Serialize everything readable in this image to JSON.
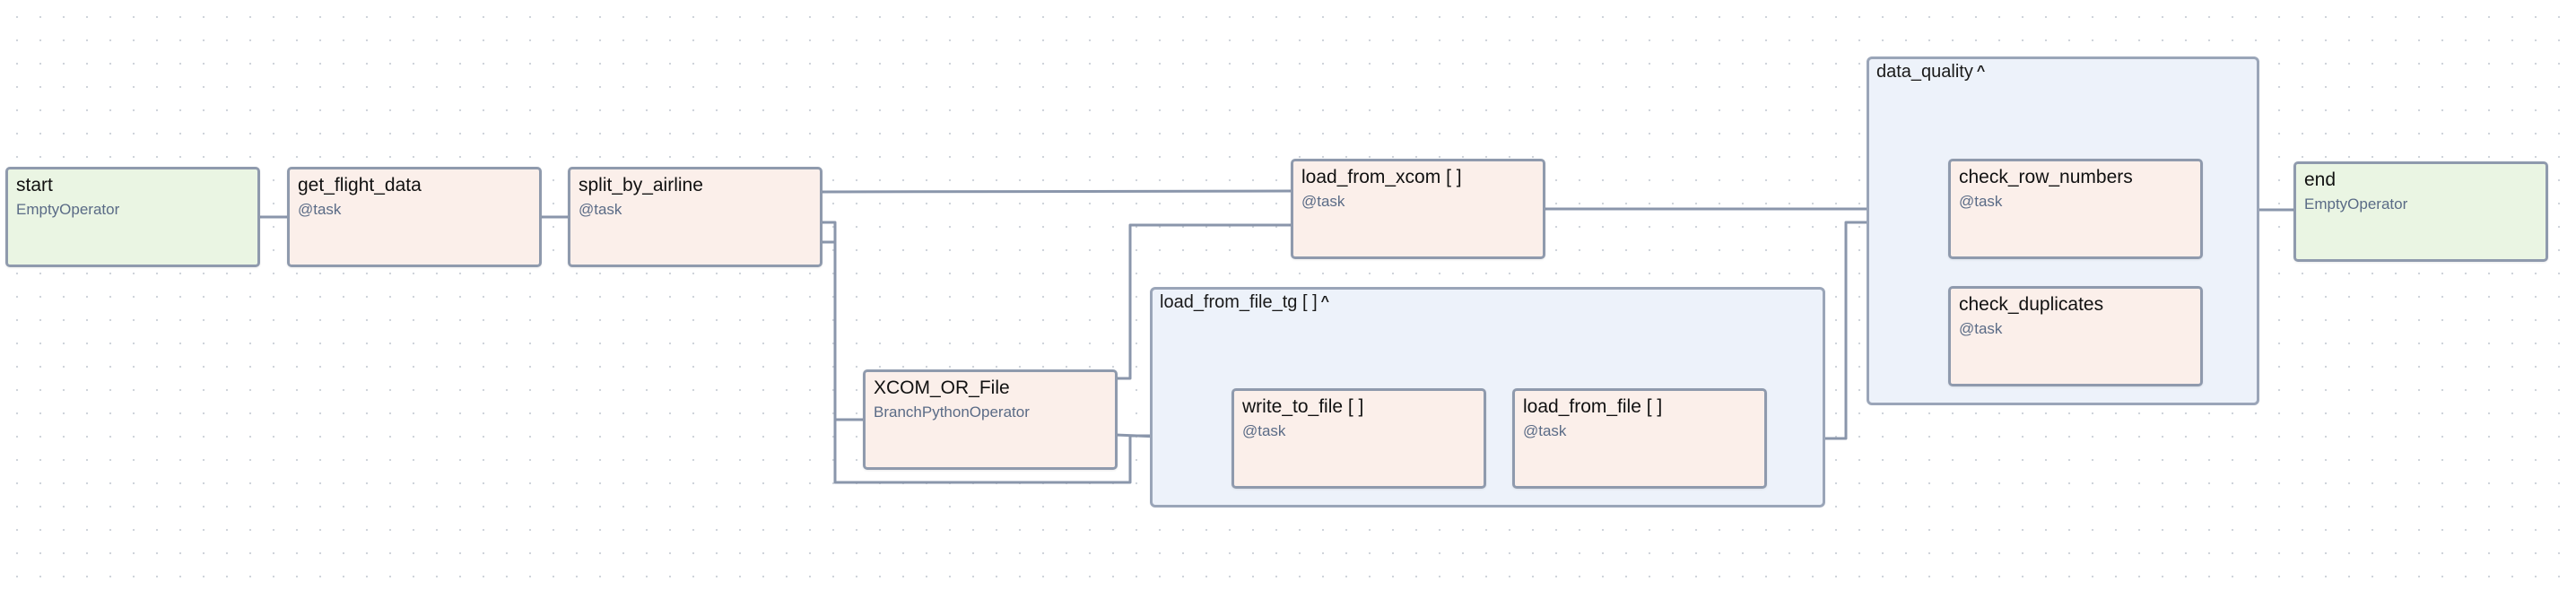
{
  "groups": {
    "data_quality": {
      "title": "data_quality",
      "caret": "^"
    },
    "load_from_file_tg": {
      "title": "load_from_file_tg [ ]",
      "caret": "^"
    }
  },
  "nodes": {
    "start": {
      "title": "start",
      "subtitle": "EmptyOperator"
    },
    "get_flight_data": {
      "title": "get_flight_data",
      "subtitle": "@task"
    },
    "split_by_airline": {
      "title": "split_by_airline",
      "subtitle": "@task"
    },
    "xcom_or_file": {
      "title": "XCOM_OR_File",
      "subtitle": "BranchPythonOperator"
    },
    "load_from_xcom": {
      "title": "load_from_xcom [ ]",
      "subtitle": "@task"
    },
    "write_to_file": {
      "title": "write_to_file [ ]",
      "subtitle": "@task"
    },
    "load_from_file": {
      "title": "load_from_file [ ]",
      "subtitle": "@task"
    },
    "check_row_numbers": {
      "title": "check_row_numbers",
      "subtitle": "@task"
    },
    "check_duplicates": {
      "title": "check_duplicates",
      "subtitle": "@task"
    },
    "end": {
      "title": "end",
      "subtitle": "EmptyOperator"
    }
  },
  "colors": {
    "empty_operator_fill": "#eaf5e3",
    "task_fill": "#fbefea",
    "group_fill": "#edf2fa",
    "edge": "#8a96ab"
  }
}
